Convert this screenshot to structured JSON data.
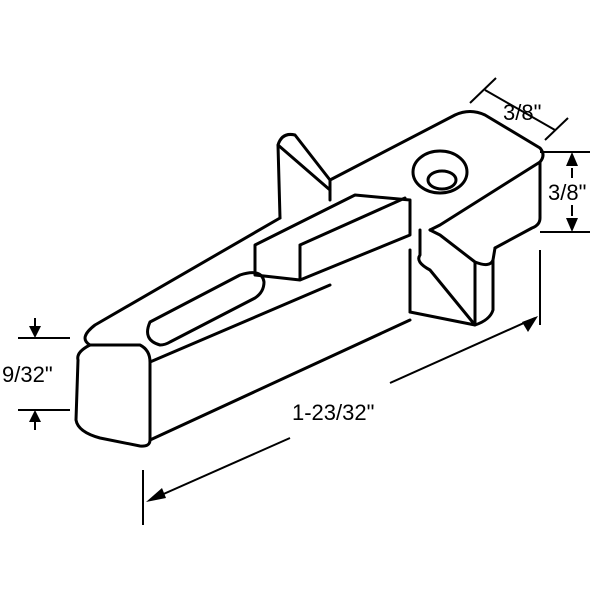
{
  "drawing": {
    "dimensions": {
      "head_width": "3/8\"",
      "head_height": "3/8\"",
      "body_height": "9/32\"",
      "overall_length": "1-23/32\""
    }
  }
}
